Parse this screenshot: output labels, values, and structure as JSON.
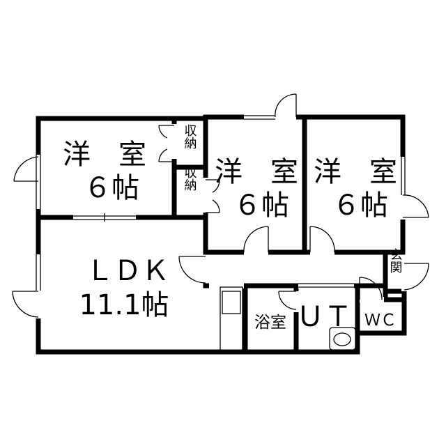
{
  "rooms": {
    "west_bedroom": {
      "type": "洋　室",
      "size": "６帖"
    },
    "center_bedroom": {
      "type": "洋　室",
      "size": "６帖"
    },
    "east_bedroom": {
      "type": "洋　室",
      "size": "６帖"
    },
    "ldk": {
      "type": "ＬＤＫ",
      "size": "11.1帖"
    },
    "storage_top": {
      "label": "収納"
    },
    "storage_bottom": {
      "label": "収納"
    },
    "bath": {
      "label": "浴室"
    },
    "utility": {
      "label": "ＵＴ"
    },
    "toilet": {
      "label": "ＷＣ"
    },
    "entrance": {
      "label": "玄関"
    }
  }
}
